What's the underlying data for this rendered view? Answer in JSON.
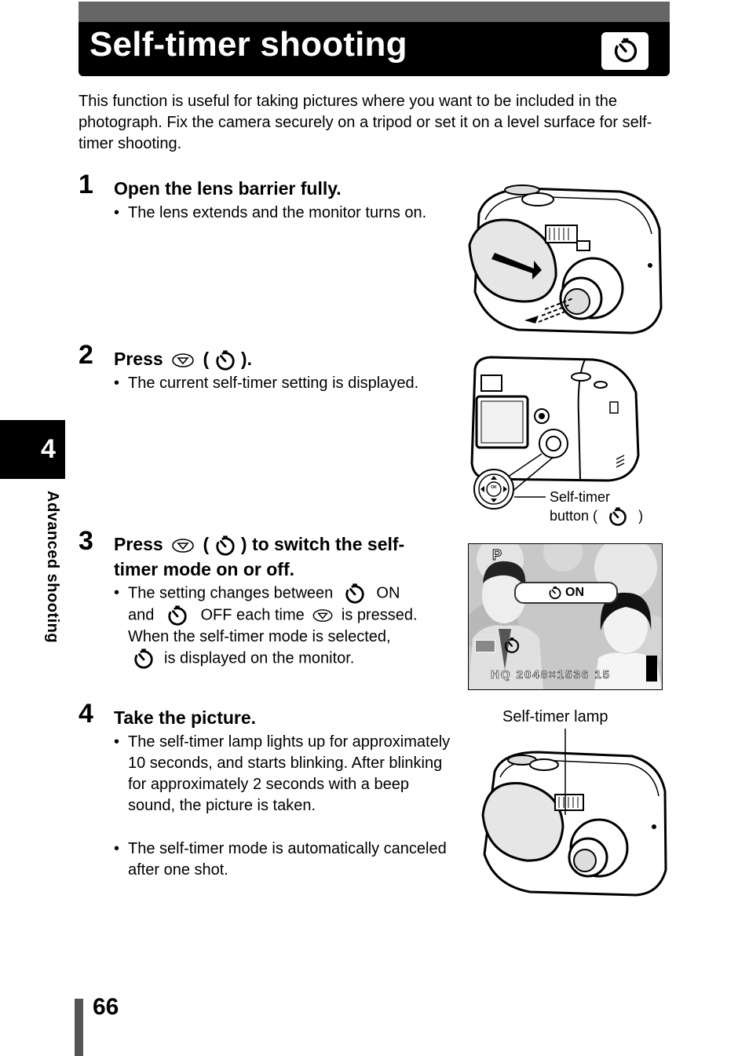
{
  "page": {
    "title": "Self-timer shooting",
    "intro": "This function is useful for taking pictures where you want to be included in the photograph. Fix the camera securely on a tripod or set it on a level surface for self-timer shooting.",
    "chapter_number": "4",
    "chapter_label": "Advanced shooting",
    "page_number": "66"
  },
  "steps": [
    {
      "number": "1",
      "heading": "Open the lens barrier fully.",
      "bullets": [
        "The lens extends and the monitor turns on."
      ]
    },
    {
      "number": "2",
      "heading_press": "Press",
      "heading_open": "(",
      "heading_close": ").",
      "bullets": [
        "The current self-timer setting is displayed."
      ]
    },
    {
      "number": "3",
      "heading_press": "Press",
      "heading_open": "(",
      "heading_rest": ") to switch the self-timer mode on or off.",
      "b1_p1": "The setting changes between",
      "b1_p2": "ON",
      "b1_p3": "and",
      "b1_p4": "OFF each time",
      "b1_p5": "is pressed.",
      "b1_p6": "When the self-timer mode is selected,",
      "b1_p7": "is displayed on the monitor."
    },
    {
      "number": "4",
      "heading": "Take the picture.",
      "bullets": [
        "The self-timer lamp lights up for approximately 10 seconds, and starts blinking. After blinking for approximately 2 seconds with a beep sound, the picture is taken.",
        "The self-timer mode is automatically canceled after one shot."
      ]
    }
  ],
  "figures": {
    "selftimer_button_caption_1": "Self-timer",
    "selftimer_button_caption_2": "button (",
    "selftimer_button_caption_3": ")",
    "monitor_mode": "P",
    "monitor_on": "ON",
    "monitor_status": "HQ 2048×1536",
    "monitor_count": "15",
    "ok_label": "OK",
    "lamp_caption": "Self-timer lamp"
  },
  "icons": [
    "self-timer-icon",
    "down-arrow-button-icon",
    "camera-front-illustration",
    "camera-back-illustration",
    "arrow-pad-icon"
  ]
}
